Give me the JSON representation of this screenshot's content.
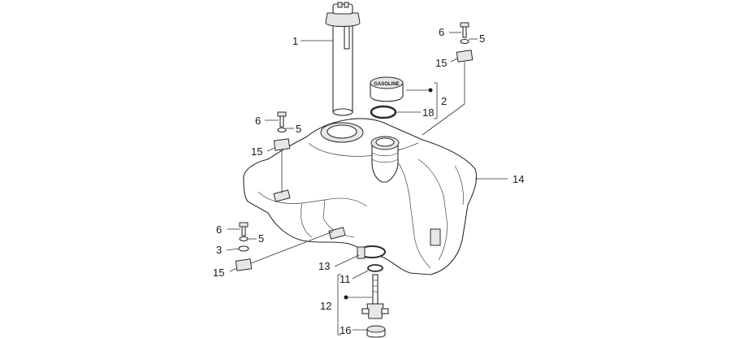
{
  "callouts": [
    {
      "id": "c1",
      "text": "1"
    },
    {
      "id": "c2",
      "text": "2"
    },
    {
      "id": "c18",
      "text": "18"
    },
    {
      "id": "c14",
      "text": "14"
    },
    {
      "id": "c6a",
      "text": "6"
    },
    {
      "id": "c5a",
      "text": "5"
    },
    {
      "id": "c15a",
      "text": "15"
    },
    {
      "id": "c6b",
      "text": "6"
    },
    {
      "id": "c5b",
      "text": "5"
    },
    {
      "id": "c15b",
      "text": "15"
    },
    {
      "id": "c6c",
      "text": "6"
    },
    {
      "id": "c5c",
      "text": "5"
    },
    {
      "id": "c3",
      "text": "3"
    },
    {
      "id": "c15c",
      "text": "15"
    },
    {
      "id": "c13",
      "text": "13"
    },
    {
      "id": "c11",
      "text": "11"
    },
    {
      "id": "c12",
      "text": "12"
    },
    {
      "id": "c16",
      "text": "16"
    }
  ],
  "cap_text": "GASOLINE"
}
